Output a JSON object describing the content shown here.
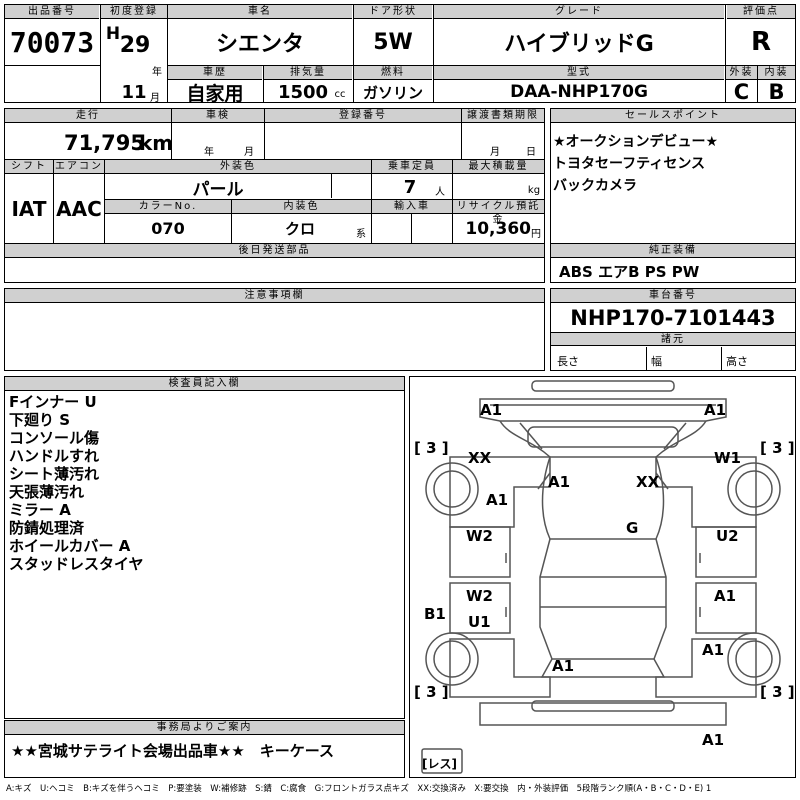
{
  "top": {
    "lot_label": "出品番号",
    "lot_no": "70073",
    "reg_label": "初度登録",
    "era": "H",
    "year": "29",
    "year_unit": "年",
    "month": "11",
    "month_unit": "月",
    "name_label": "車名",
    "car_name": "シエンタ",
    "door_label": "ドア形状",
    "door": "5W",
    "grade_label": "グレード",
    "grade": "ハイブリッドG",
    "rating_label": "評価点",
    "rating": "R",
    "history_label": "車歴",
    "history": "自家用",
    "displacement_label": "排気量",
    "displacement": "1500",
    "displacement_unit": "cc",
    "fuel_label": "燃料",
    "fuel": "ガソリン",
    "model_label": "型式",
    "model": "DAA-NHP170G",
    "ext_label": "外装",
    "ext": "C",
    "int_label": "内装",
    "int": "B"
  },
  "second": {
    "mileage_label": "走行",
    "mileage": "71,795",
    "mileage_unit": "km",
    "inspection_label": "車検",
    "insp_year_unit": "年",
    "insp_month_unit": "月",
    "reg_no_label": "登録番号",
    "transfer_label": "譲渡書類期限",
    "transfer_month_unit": "月",
    "transfer_day_unit": "日",
    "shift_label": "シフト",
    "shift": "IAT",
    "ac_label": "エアコン",
    "ac": "AAC",
    "color_label": "外装色",
    "color": "パール",
    "capacity_label": "乗車定員",
    "capacity": "7",
    "capacity_unit": "人",
    "load_label": "最大積載量",
    "load_unit": "kg",
    "color_no_label": "カラーNo.",
    "color_no": "070",
    "int_color_label": "内装色",
    "int_color": "クロ",
    "int_color_unit": "系",
    "import_label": "輸入車",
    "recycle_label": "リサイクル預託金",
    "recycle": "10,360",
    "recycle_unit": "円",
    "later_label": "後日発送部品"
  },
  "sales": {
    "label": "セールスポイント",
    "lines": [
      "★オークションデビュー★",
      "トヨタセーフティセンス",
      "バックカメラ"
    ]
  },
  "equipment": {
    "label": "純正装備",
    "value": "ABS エアB PS PW"
  },
  "notes": {
    "label": "注意事項欄"
  },
  "chassis": {
    "label": "車台番号",
    "value": "NHP170-7101443",
    "dims_label": "諸元",
    "length": "長さ",
    "width": "幅",
    "height": "高さ"
  },
  "inspector": {
    "label": "検査員記入欄",
    "lines": [
      "Fインナー U",
      "下廻り S",
      "コンソール傷",
      "ハンドルすれ",
      "シート薄汚れ",
      "天張薄汚れ",
      "ミラー A",
      "防錆処理済",
      "ホイールカバー A",
      "スタッドレスタイヤ"
    ]
  },
  "office": {
    "label": "事務局よりご案内",
    "value": "★★宮城サテライト会場出品車★★　キーケース"
  },
  "diagram": {
    "tire_fl": "[ 3 ]",
    "tire_fr": "[ 3 ]",
    "tire_rl": "[ 3 ]",
    "tire_rr": "[ 3 ]",
    "spare": "[レス]",
    "marks": [
      "A1",
      "A1",
      "XX",
      "W1",
      "A1",
      "A1",
      "XX",
      "W2",
      "G",
      "U2",
      "W2",
      "U1",
      "A1",
      "B1",
      "A1",
      "A1",
      "A1"
    ]
  },
  "legend": "A:キズ　U:ヘコミ　B:キズを伴うヘコミ　P:要塗装　W:補修跡　S:錆　C:腐食　G:フロントガラス点キズ　XX:交換済み　X:要交換　内・外装評価　5段階ランク順(A・B・C・D・E) 1"
}
